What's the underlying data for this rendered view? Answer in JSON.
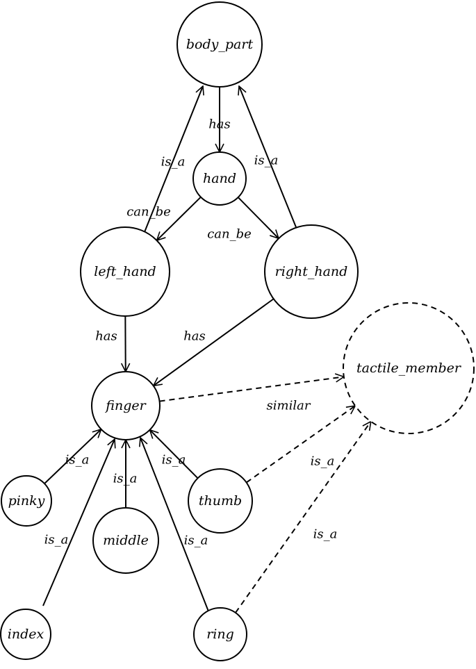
{
  "diagram": {
    "nodes": [
      {
        "id": "body_part",
        "label": "body_part",
        "style": "solid"
      },
      {
        "id": "hand",
        "label": "hand",
        "style": "solid"
      },
      {
        "id": "left_hand",
        "label": "left_hand",
        "style": "solid"
      },
      {
        "id": "right_hand",
        "label": "right_hand",
        "style": "solid"
      },
      {
        "id": "finger",
        "label": "finger",
        "style": "solid"
      },
      {
        "id": "tactile_member",
        "label": "tactile_member",
        "style": "dashed"
      },
      {
        "id": "pinky",
        "label": "pinky",
        "style": "solid"
      },
      {
        "id": "middle",
        "label": "middle",
        "style": "solid"
      },
      {
        "id": "thumb",
        "label": "thumb",
        "style": "solid"
      },
      {
        "id": "index",
        "label": "index",
        "style": "solid"
      },
      {
        "id": "ring",
        "label": "ring",
        "style": "solid"
      }
    ],
    "edges": [
      {
        "id": "e1",
        "from": "body_part",
        "to": "hand",
        "label": "has",
        "style": "solid"
      },
      {
        "id": "e2",
        "from": "hand",
        "to": "left_hand",
        "label": "can_be",
        "style": "solid"
      },
      {
        "id": "e3",
        "from": "hand",
        "to": "right_hand",
        "label": "can_be",
        "style": "solid"
      },
      {
        "id": "e4",
        "from": "left_hand",
        "to": "body_part",
        "label": "is_a",
        "style": "solid"
      },
      {
        "id": "e5",
        "from": "right_hand",
        "to": "body_part",
        "label": "is_a",
        "style": "solid"
      },
      {
        "id": "e6",
        "from": "left_hand",
        "to": "finger",
        "label": "has",
        "style": "solid"
      },
      {
        "id": "e7",
        "from": "right_hand",
        "to": "finger",
        "label": "has",
        "style": "solid"
      },
      {
        "id": "e8",
        "from": "finger",
        "to": "tactile_member",
        "label": "similar",
        "style": "dashed"
      },
      {
        "id": "e9",
        "from": "pinky",
        "to": "finger",
        "label": "is_a",
        "style": "solid"
      },
      {
        "id": "e10",
        "from": "middle",
        "to": "finger",
        "label": "is_a",
        "style": "solid"
      },
      {
        "id": "e11",
        "from": "thumb",
        "to": "finger",
        "label": "is_a",
        "style": "solid"
      },
      {
        "id": "e12",
        "from": "index",
        "to": "finger",
        "label": "is_a",
        "style": "solid"
      },
      {
        "id": "e13",
        "from": "ring",
        "to": "finger",
        "label": "is_a",
        "style": "solid"
      },
      {
        "id": "e14",
        "from": "thumb",
        "to": "tactile_member",
        "label": "is_a",
        "style": "dashed"
      },
      {
        "id": "e15",
        "from": "ring",
        "to": "tactile_member",
        "label": "is_a",
        "style": "dashed"
      }
    ]
  }
}
